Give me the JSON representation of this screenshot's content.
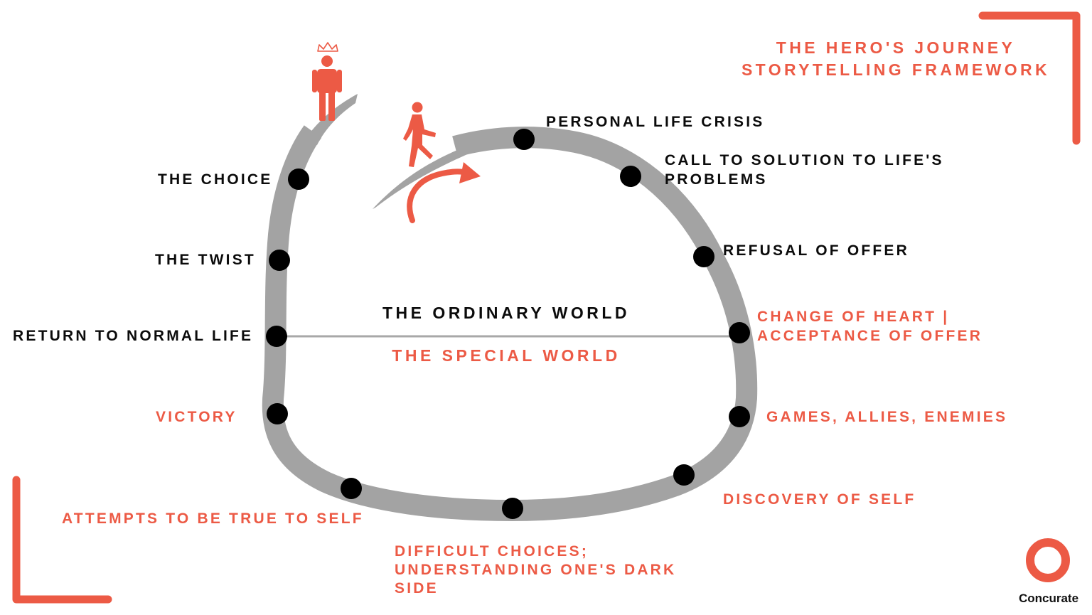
{
  "title": {
    "line1": "THE HERO'S JOURNEY",
    "line2": "STORYTELLING FRAMEWORK"
  },
  "worlds": {
    "ordinary": "THE ORDINARY WORLD",
    "special": "THE SPECIAL WORLD"
  },
  "stages": {
    "personal_life_crisis": "PERSONAL LIFE CRISIS",
    "call_to_solution_1": "CALL TO SOLUTION TO LIFE'S",
    "call_to_solution_2": "PROBLEMS",
    "refusal_of_offer": "REFUSAL OF OFFER",
    "change_of_heart_1": "CHANGE OF HEART |",
    "change_of_heart_2": "ACCEPTANCE OF OFFER",
    "games_allies_enemies": "GAMES, ALLIES, ENEMIES",
    "discovery_of_self": "DISCOVERY OF SELF",
    "difficult_choices_1": "DIFFICULT CHOICES;",
    "difficult_choices_2": "UNDERSTANDING ONE'S DARK",
    "difficult_choices_3": "SIDE",
    "attempts_true_to_self": "ATTEMPTS TO BE TRUE TO SELF",
    "victory": "VICTORY",
    "return_to_normal_life": "RETURN TO NORMAL LIFE",
    "the_twist": "THE TWIST",
    "the_choice": "THE CHOICE"
  },
  "brand": {
    "name": "Concurate"
  },
  "colors": {
    "accent": "#ec5a45",
    "path": "#a3a3a3",
    "node": "#000000",
    "text_dark": "#0b0b0b",
    "divider": "#a8a8a8"
  },
  "icons": {
    "hero_start": "walking-person-icon",
    "hero_end": "crowned-person-icon",
    "direction": "curved-arrow-icon",
    "logo": "ring-logo-icon"
  }
}
